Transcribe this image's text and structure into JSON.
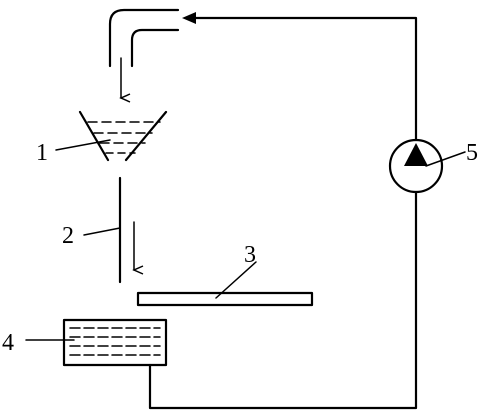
{
  "labels": {
    "item1": "1",
    "item2": "2",
    "item3": "3",
    "item4": "4",
    "item5": "5"
  }
}
